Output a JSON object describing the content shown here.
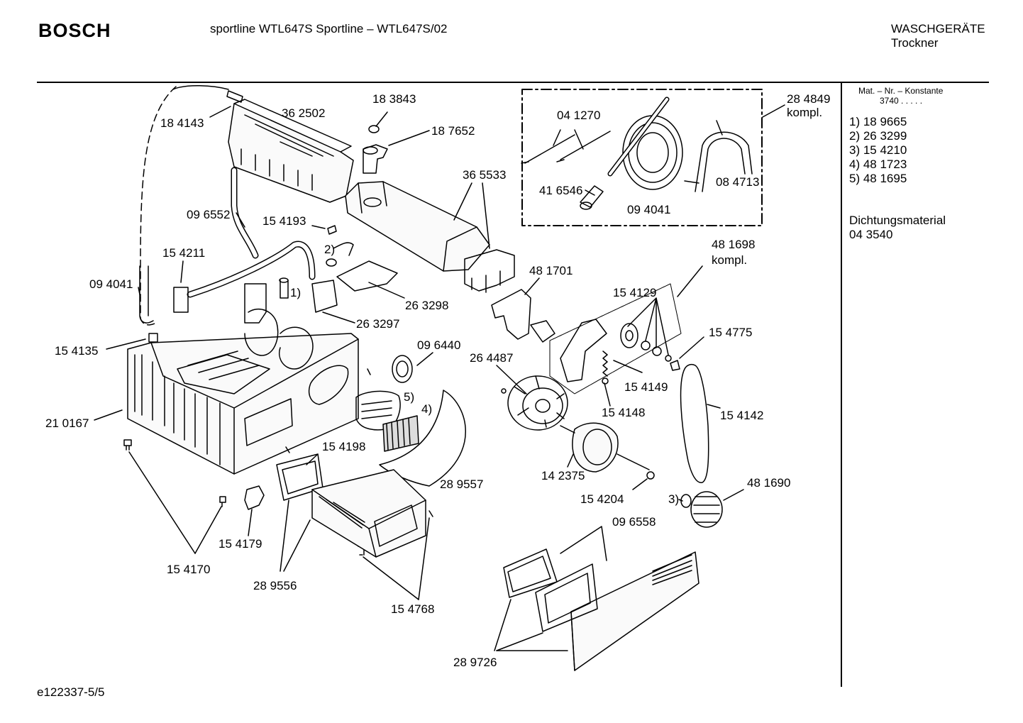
{
  "header": {
    "brand": "BOSCH",
    "model": "sportline WTL647S Sportline – WTL647S/02",
    "category": "WASCHGERÄTE",
    "subcategory": "Trockner"
  },
  "footer": {
    "code": "e122337-5/5"
  },
  "sidebar": {
    "heading": "Mat. – Nr. – Konstante",
    "subheading": "3740 . . . . .",
    "items": [
      "1) 18 9665",
      "2) 26 3299",
      "3) 15 4210",
      "4) 48 1723",
      "5) 48 1695"
    ],
    "material_label": "Dichtungsmaterial",
    "material_number": "04 3540"
  },
  "callouts": [
    "18 4143",
    "36 2502",
    "18 3843",
    "18 7652",
    "36 5533",
    "09 6552",
    "15 4193",
    "2)",
    "15 4211",
    "09 4041",
    "1)",
    "26 3298",
    "26 3297",
    "15 4135",
    "21 0167",
    "09 6440",
    "5)",
    "4)",
    "26 4487",
    "15 4198",
    "28 9557",
    "15 4170",
    "15 4179",
    "28 9556",
    "15 4768",
    "28 9726",
    "04 1270",
    "41 6546",
    "09 4041",
    "08 4713",
    "28 4849",
    "kompl.",
    "48 1698",
    "kompl.",
    "48 1701",
    "15 4129",
    "15 4775",
    "15 4149",
    "15 4148",
    "15 4142",
    "14 2375",
    "15 4204",
    "3)",
    "48 1690",
    "09 6558"
  ]
}
